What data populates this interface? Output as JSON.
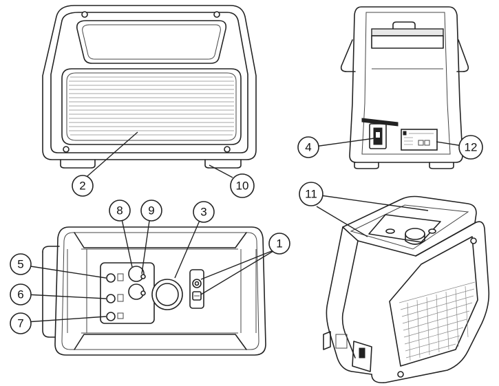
{
  "callouts": [
    {
      "id": "c1",
      "label": "1"
    },
    {
      "id": "c2",
      "label": "2"
    },
    {
      "id": "c3",
      "label": "3"
    },
    {
      "id": "c4",
      "label": "4"
    },
    {
      "id": "c5",
      "label": "5"
    },
    {
      "id": "c6",
      "label": "6"
    },
    {
      "id": "c7",
      "label": "7"
    },
    {
      "id": "c8",
      "label": "8"
    },
    {
      "id": "c9",
      "label": "9"
    },
    {
      "id": "c10",
      "label": "10"
    },
    {
      "id": "c11",
      "label": "11"
    },
    {
      "id": "c12",
      "label": "12"
    }
  ],
  "views": {
    "front": {
      "icon": "speaker-front-view"
    },
    "side": {
      "icon": "speaker-side-view"
    },
    "top": {
      "icon": "speaker-top-view"
    },
    "isometric": {
      "icon": "speaker-isometric-view"
    }
  },
  "colors": {
    "line": "#222222",
    "background": "#ffffff"
  }
}
